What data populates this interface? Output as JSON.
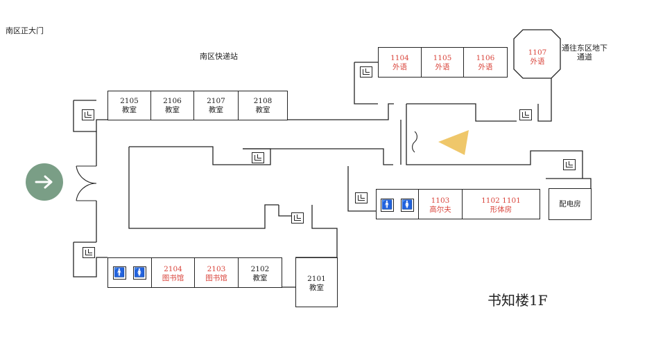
{
  "labels": {
    "south_gate": "南区正大门",
    "courier": "南区快递站",
    "east_passage_1": "通往东区地下",
    "east_passage_2": "通道",
    "floor_title": "书知楼1F"
  },
  "rooms": {
    "r2105": {
      "num": "2105",
      "name": "教室"
    },
    "r2106": {
      "num": "2106",
      "name": "教室"
    },
    "r2107": {
      "num": "2107",
      "name": "教室"
    },
    "r2108": {
      "num": "2108",
      "name": "教室"
    },
    "r1104": {
      "num": "1104",
      "name": "外语"
    },
    "r1105": {
      "num": "1105",
      "name": "外语"
    },
    "r1106": {
      "num": "1106",
      "name": "外语"
    },
    "r1107": {
      "num": "1107",
      "name": "外语"
    },
    "r1103": {
      "num": "1103",
      "name": "高尔夫"
    },
    "r1102": {
      "num": "1102   1101",
      "name": "形体房"
    },
    "power": {
      "name": "配电房"
    },
    "r2104": {
      "num": "2104",
      "name": "图书馆"
    },
    "r2103": {
      "num": "2103",
      "name": "图书馆"
    },
    "r2102": {
      "num": "2102",
      "name": "教室"
    },
    "r2101": {
      "num": "2101",
      "name": "教室"
    }
  },
  "colors": {
    "wall": "#222222",
    "highlight_room_text": "#d9443b",
    "entry_button": "#7a9e86",
    "you_are_here": "#efc76a"
  },
  "icons": {
    "entry": "arrow-right-icon",
    "stairs": "stairs-icon",
    "toilet": "person-icon",
    "you_are_here": "direction-marker-icon"
  }
}
